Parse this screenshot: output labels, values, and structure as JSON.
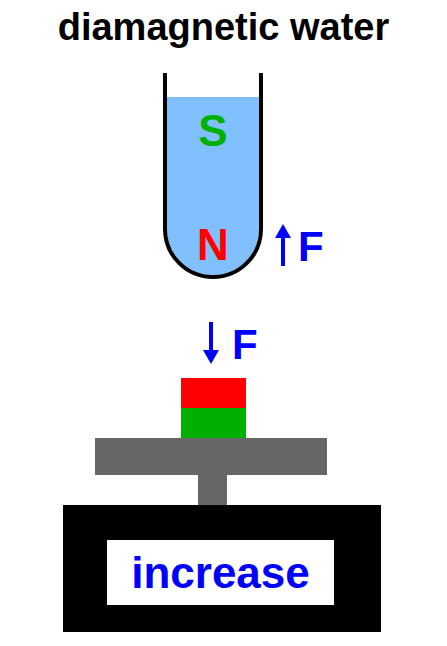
{
  "diagram": {
    "title": "diamagnetic water",
    "nodes": [
      {
        "text": [
          "S",
          "N"
        ]
      },
      {
        "text": [
          "increase"
        ]
      }
    ],
    "labels": [
      "F",
      "F"
    ]
  }
}
